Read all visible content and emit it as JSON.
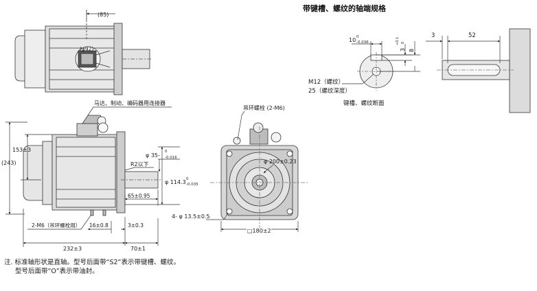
{
  "title": "带键槽、螺纹的轴端规格",
  "dims": {
    "top_85": "(85)",
    "phi92": "(φ92)",
    "connector_label": "马达、制动、编码器用连接器",
    "eyebolt_label": "吊环螺栓 (2-M6)",
    "h153": "153±3",
    "h243": "(243)",
    "shaft_dia": "φ 35-",
    "shaft_tol_top": "0",
    "shaft_tol_bot": "-0.016",
    "r2": "R2以下",
    "pilot_dia": "φ 114.3",
    "pilot_tol_top": "0",
    "pilot_tol_bot": "-0.035",
    "len65": "65±0.95",
    "m6_label": "2-M6（吊环螺栓用）",
    "len16": "16±0.8",
    "len3": "3±0.3",
    "len232": "232±3",
    "len70": "70±1",
    "pcd": "φ 200±0.23",
    "holes": "4- φ 13.5±0.5",
    "square": "□180±2",
    "key_w": "10",
    "key_w_tol_top": "0",
    "key_w_tol_bot": "-0.036",
    "key_depth": "3",
    "key_depth_tol_top": "+0.1",
    "key_depth_tol_bot": "0",
    "key_8": "8",
    "thread": "M12（螺纹）",
    "thread_depth": "25（螺纹深度）",
    "section_label": "键槽、螺纹断面",
    "len3b": "3",
    "len52": "52"
  },
  "notes": {
    "line1": "注. 标准轴形状是直轴。型号后面带“S2”表示带键槽、螺纹。",
    "line2": "型号后面带“O”表示带油封。"
  }
}
